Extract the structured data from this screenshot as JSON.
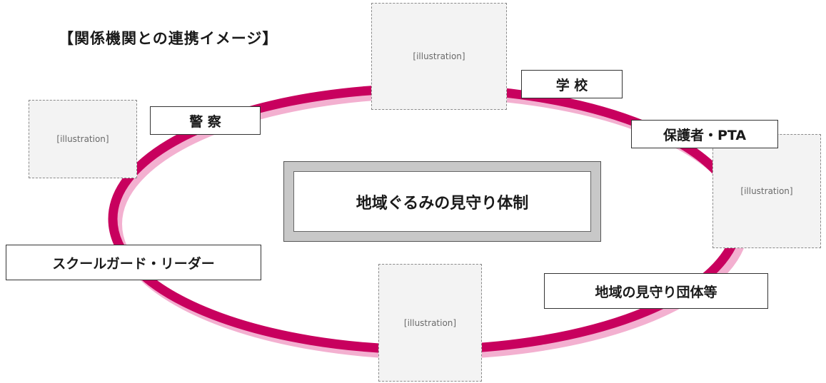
{
  "diagram": {
    "heading": "【関係機関との連携イメージ】",
    "center_label": "地域ぐるみの見守り体制",
    "nodes": {
      "school": "学 校",
      "police": "警 察",
      "guardians": "保護者・PTA",
      "school_guard_leader": "スクールガード・リーダー",
      "community_watch": "地域の見守り団体等"
    },
    "colors": {
      "ring": "#c8005e",
      "ring_shadow": "#f3b0d0"
    }
  }
}
